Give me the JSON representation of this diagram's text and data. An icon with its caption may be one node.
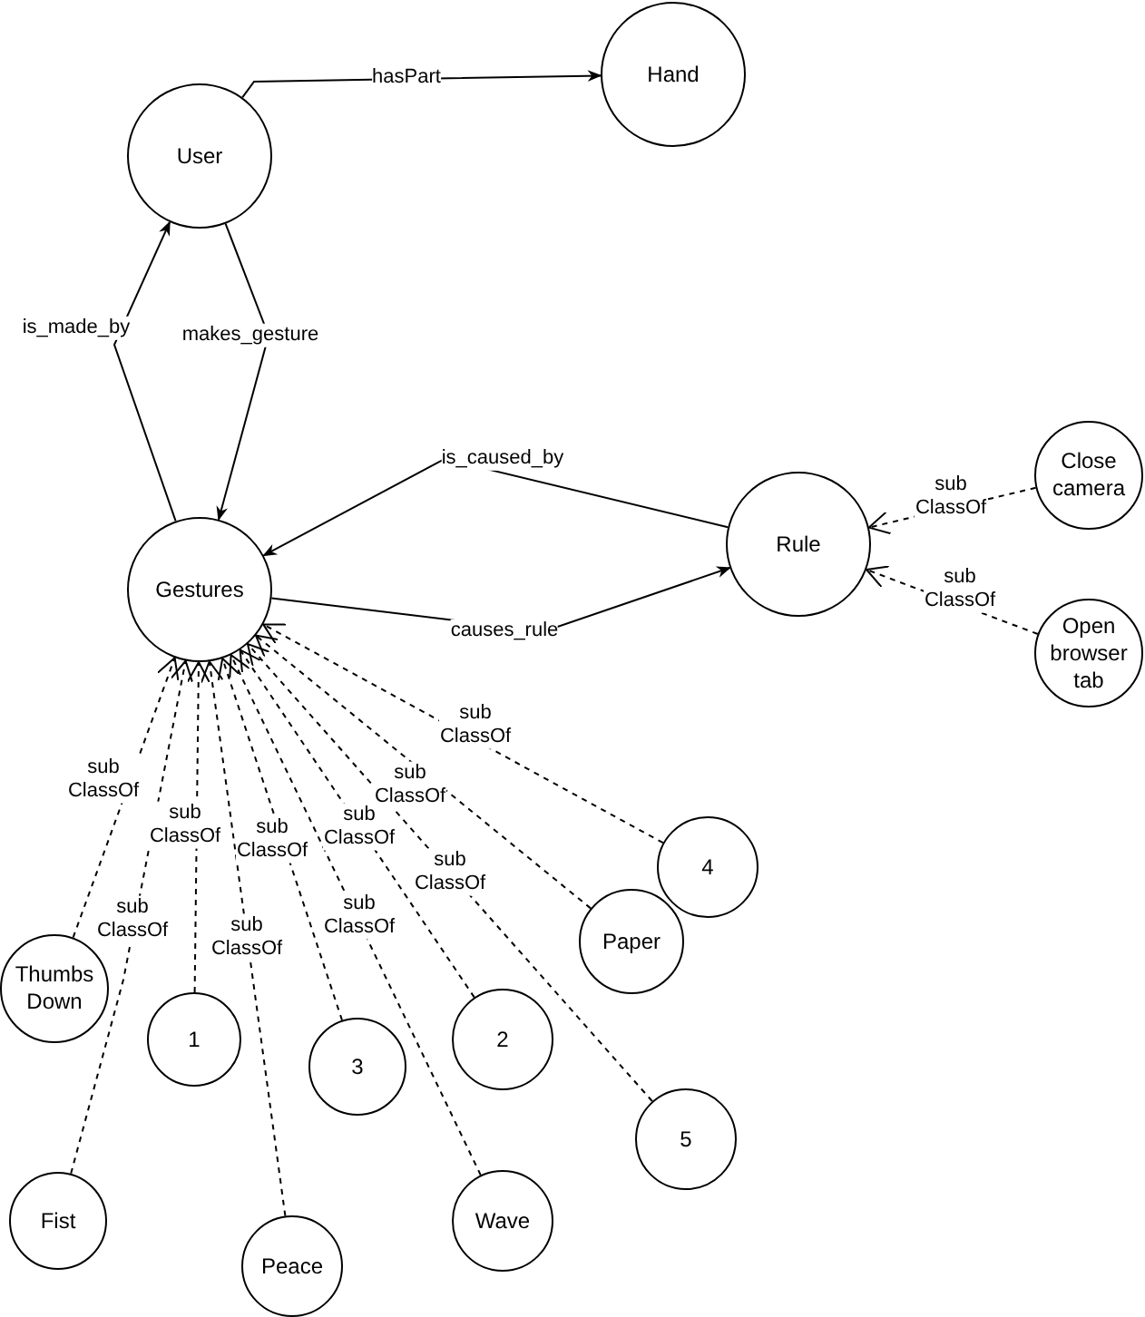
{
  "diagram": {
    "nodes": [
      {
        "text": [
          "Hand"
        ]
      },
      {
        "text": [
          "User"
        ]
      },
      {
        "text": [
          "Close camera"
        ]
      },
      {
        "text": [
          "Rule"
        ]
      },
      {
        "text": [
          "Gestures"
        ]
      },
      {
        "text": [
          "Open browser tab"
        ]
      },
      {
        "text": [
          "4"
        ]
      },
      {
        "text": [
          "Paper"
        ]
      },
      {
        "text": [
          "Thumbs Down"
        ]
      },
      {
        "text": [
          "1"
        ]
      },
      {
        "text": [
          "3"
        ]
      },
      {
        "text": [
          "2"
        ]
      },
      {
        "text": [
          "5"
        ]
      },
      {
        "text": [
          "Fist"
        ]
      },
      {
        "text": [
          "Wave"
        ]
      },
      {
        "text": [
          "Peace"
        ]
      }
    ],
    "edges": [
      {
        "from": 1,
        "to": 0,
        "arrow": "to",
        "label": "hasPart"
      },
      {
        "from": 4,
        "to": 1,
        "arrow": "to",
        "label": "is_made_by"
      },
      {
        "from": 1,
        "to": 4,
        "arrow": "to",
        "label": "makes_gesture"
      },
      {
        "from": 3,
        "to": 4,
        "arrow": "to",
        "label": "is_caused_by"
      },
      {
        "from": 4,
        "to": 3,
        "arrow": "to",
        "label": "causes_rule"
      },
      {
        "from": 2,
        "to": 3,
        "arrow": "to",
        "label": "sub ClassOf",
        "style": "dashed"
      },
      {
        "from": 5,
        "to": 3,
        "arrow": "to",
        "label": "sub ClassOf",
        "style": "dashed"
      },
      {
        "from": 8,
        "to": 4,
        "arrow": "to",
        "label": "sub ClassOf",
        "style": "dashed"
      },
      {
        "from": 13,
        "to": 4,
        "arrow": "to",
        "label": "sub ClassOf",
        "style": "dashed"
      },
      {
        "from": 9,
        "to": 4,
        "arrow": "to",
        "label": "sub ClassOf",
        "style": "dashed"
      },
      {
        "from": 15,
        "to": 4,
        "arrow": "to",
        "label": "sub ClassOf",
        "style": "dashed"
      },
      {
        "from": 10,
        "to": 4,
        "arrow": "to",
        "label": "sub ClassOf",
        "style": "dashed"
      },
      {
        "from": 14,
        "to": 4,
        "arrow": "to",
        "label": "sub ClassOf",
        "style": "dashed"
      },
      {
        "from": 11,
        "to": 4,
        "arrow": "to",
        "label": "sub ClassOf",
        "style": "dashed"
      },
      {
        "from": 12,
        "to": 4,
        "arrow": "to",
        "label": "sub ClassOf",
        "style": "dashed"
      },
      {
        "from": 7,
        "to": 4,
        "arrow": "to",
        "label": "sub ClassOf",
        "style": "dashed"
      },
      {
        "from": 6,
        "to": 4,
        "arrow": "to",
        "label": "sub ClassOf",
        "style": "dashed"
      }
    ]
  }
}
